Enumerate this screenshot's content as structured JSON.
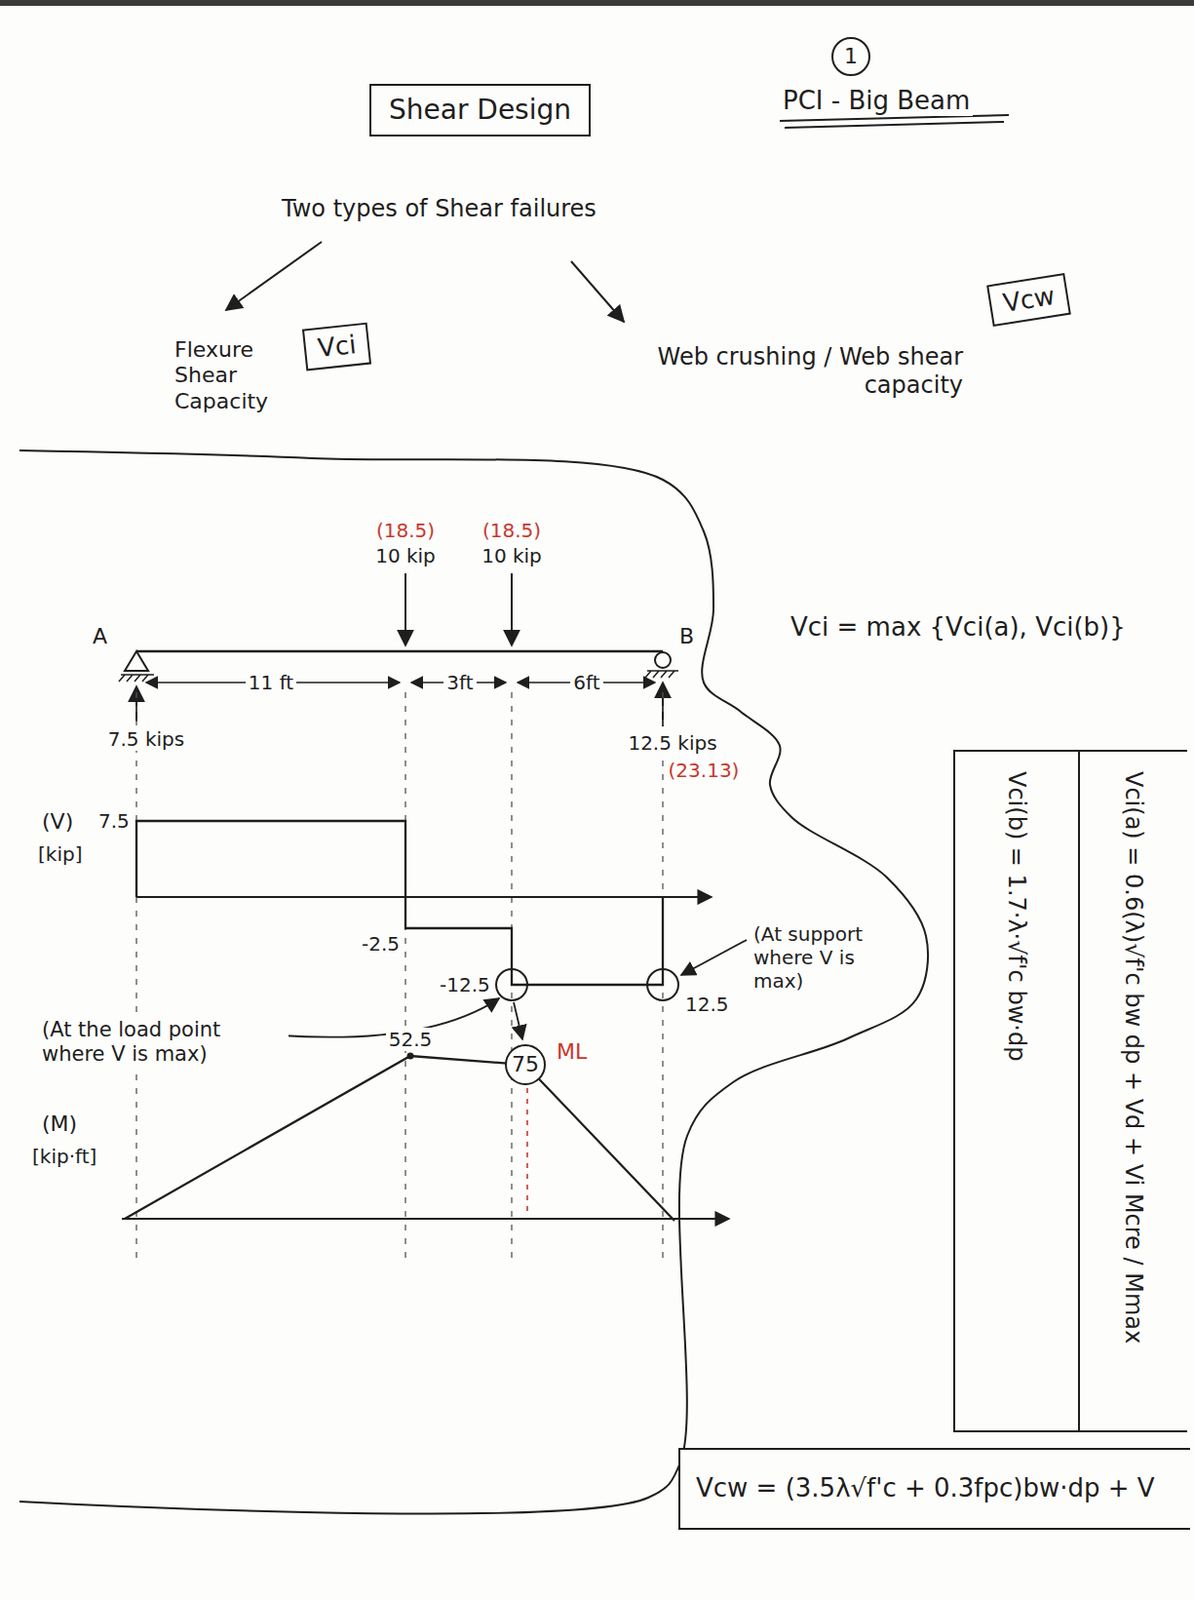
{
  "diagram": {
    "nodes": [
      {
        "text": [
          "1"
        ]
      },
      {
        "text": [
          "Shear Design"
        ]
      },
      {
        "text": [
          "Vci"
        ]
      },
      {
        "text": [
          "Vcw"
        ]
      },
      {
        "text": [
          "Vci(a) = 0.6(λ)√f'c bw dp + Vd + Vi Mcre / Mmax",
          "Vci(b) = 1.7·λ·√f'c bw·dp"
        ]
      },
      {
        "text": [
          "75"
        ]
      },
      {
        "text": [
          "Vcw = (3.5λ√f'c + 0.3fpc)bw·dp + V"
        ]
      }
    ],
    "labels": [
      "PCI - Big Beam",
      "Two types of Shear failures",
      "Flexure Shear Capacity",
      "Web crushing / Web shear capacity",
      "(18.5)",
      "10 kip",
      "(18.5)",
      "10 kip",
      "A",
      "B",
      "11 ft",
      "3ft",
      "6ft",
      "7.5 kips",
      "12.5 kips",
      "(23.13)",
      "(V)",
      "[kip]",
      "7.5",
      "-2.5",
      "-12.5",
      "12.5",
      "(At the load point where V is max)",
      "(At support where V is max)",
      "52.5",
      "ML",
      "(M)",
      "[kip·ft]",
      "Vci = max {Vci(a), Vci(b)}"
    ]
  }
}
